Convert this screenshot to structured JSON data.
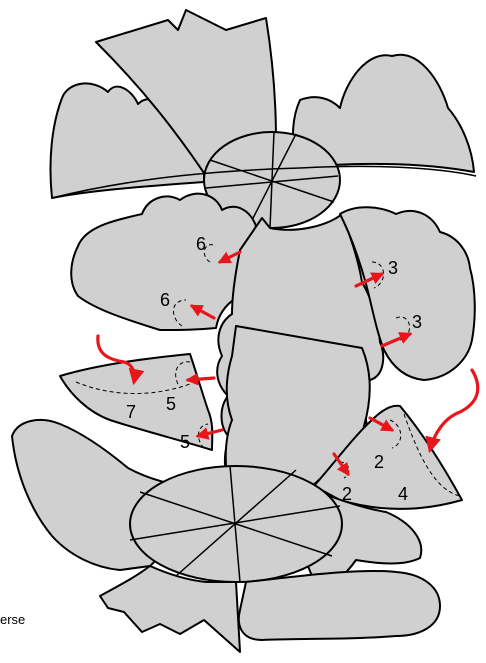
{
  "labels": {
    "l1": "6",
    "l2": "6",
    "l3": "3",
    "l4": "3",
    "l5": "7",
    "l6": "5",
    "l7": "5",
    "l8": "2",
    "l9": "2",
    "l10": "4"
  },
  "caption": "erse",
  "colors": {
    "piece_fill": "#d0d0d0",
    "outline": "#000000",
    "arrow": "#e8161b"
  }
}
